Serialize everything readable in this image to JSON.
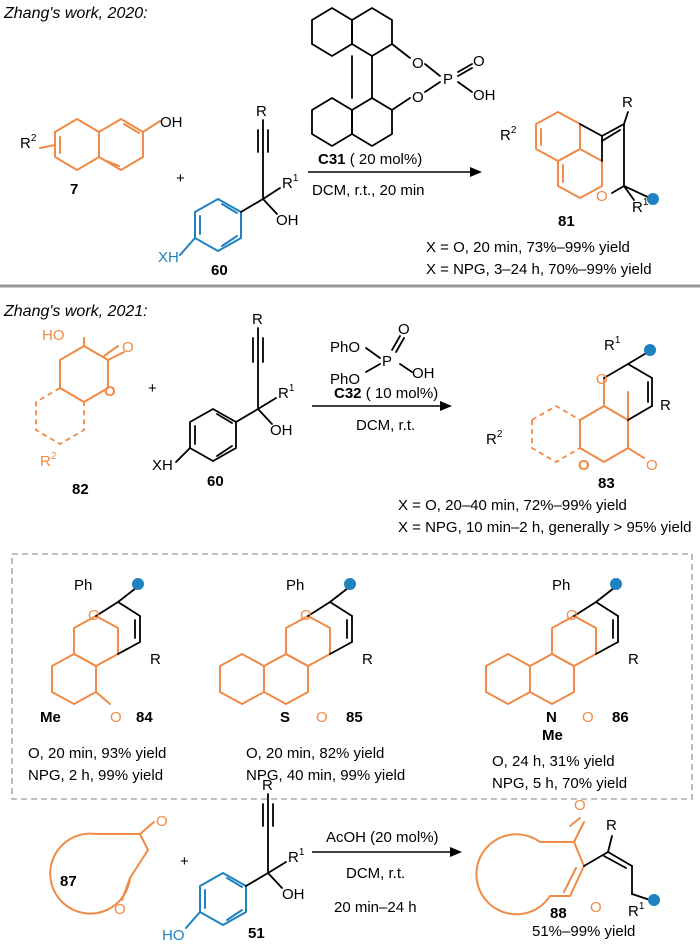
{
  "colors": {
    "accent_orange": "#f08a46",
    "accent_blue": "#1f82c0",
    "divider_gray": "#999999",
    "dash_box_gray": "#aaaaaa"
  },
  "section1": {
    "heading": "Zhang's work, 2020:",
    "cmpd7": "7",
    "cmpd60": "60",
    "cmpd81": "81",
    "plus": "+",
    "catalyst_name": "C31",
    "catalyst_load": "( 20 mol%)",
    "conditions": "DCM, r.t., 20 min",
    "yield1": "X = O, 20 min, 73%–99% yield",
    "yield2": "X = NPG, 3–24 h, 70%–99% yield"
  },
  "section2": {
    "heading": "Zhang's work, 2021:",
    "cmpd82": "82",
    "cmpd60": "60",
    "cmpd83": "83",
    "plus": "+",
    "catalyst_name": "C32",
    "catalyst_load": "( 10 mol%)",
    "conditions": "DCM, r.t.",
    "yield1": "X = O, 20–40 min, 72%–99% yield",
    "yield2": "X = NPG, 10 min–2 h, generally > 95% yield"
  },
  "examples": [
    {
      "id": "84",
      "heteroatom": "",
      "sub": "Me",
      "line1": "O, 20 min, 93% yield",
      "line2": "NPG, 2 h, 99% yield"
    },
    {
      "id": "85",
      "heteroatom": "S",
      "sub": "",
      "line1": "O, 20 min, 82% yield",
      "line2": "NPG, 40 min, 99% yield"
    },
    {
      "id": "86",
      "heteroatom": "N",
      "sub": "Me",
      "line1": "O, 24 h, 31% yield",
      "line2": "NPG, 5 h, 70% yield"
    }
  ],
  "section3": {
    "cmpd87": "87",
    "cmpd51": "51",
    "cmpd88": "88",
    "plus": "+",
    "reagent": "AcOH (20 mol%)",
    "conditions": "DCM, r.t.",
    "time": "20 min–24 h",
    "yield": "51%–99% yield"
  },
  "atoms": {
    "R": "R",
    "Ph": "Ph",
    "PhO": "PhO",
    "O": "O",
    "OH": "OH",
    "P": "P",
    "XH": "XH",
    "HO": "HO"
  }
}
